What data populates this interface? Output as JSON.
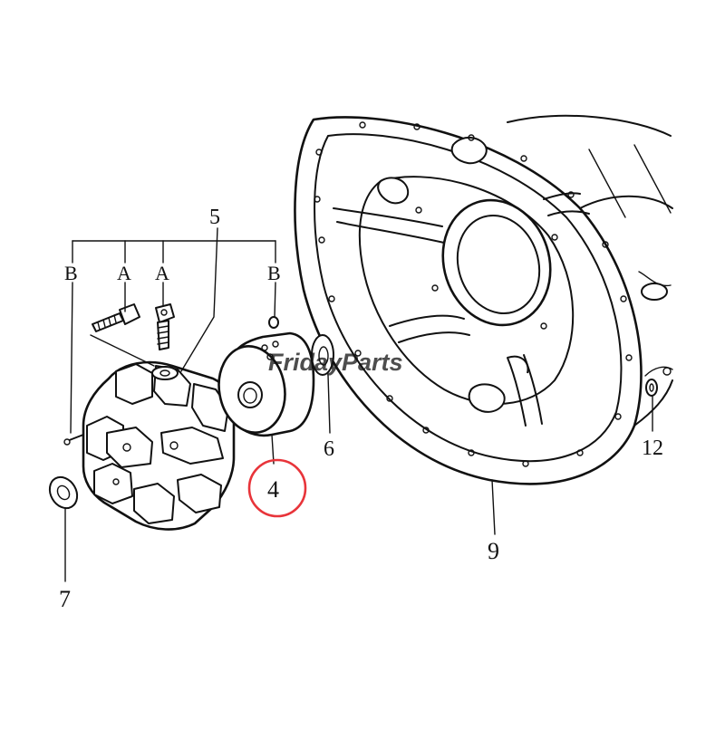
{
  "watermark": {
    "text": "FridayParts",
    "color": "#2f6fc4",
    "accent": "#e8a21a"
  },
  "highlight_color": "#e8343a",
  "callouts": {
    "part_4": "4",
    "part_5": "5",
    "part_6": "6",
    "part_7": "7",
    "part_9": "9",
    "part_12": "12",
    "bolt_b_left": "B",
    "bolt_a_left": "A",
    "bolt_a_right": "A",
    "bolt_b_right": "B"
  }
}
